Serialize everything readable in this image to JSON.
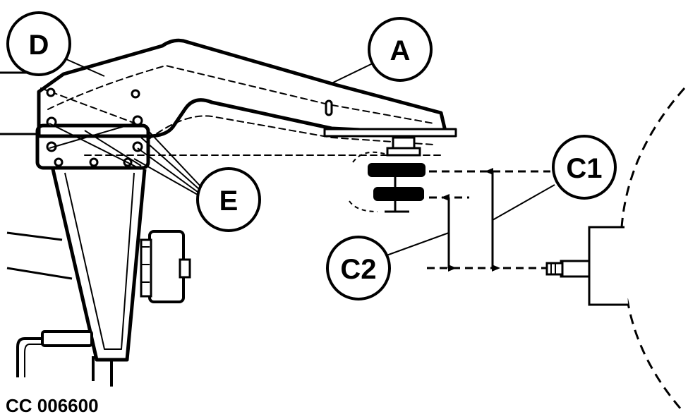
{
  "diagram": {
    "callouts": {
      "a": "A",
      "c1": "C1",
      "c2": "C2",
      "d": "D",
      "e": "E"
    },
    "reference_code": "CC 006600",
    "colors": {
      "ink": "#000000",
      "paper": "#ffffff"
    }
  }
}
